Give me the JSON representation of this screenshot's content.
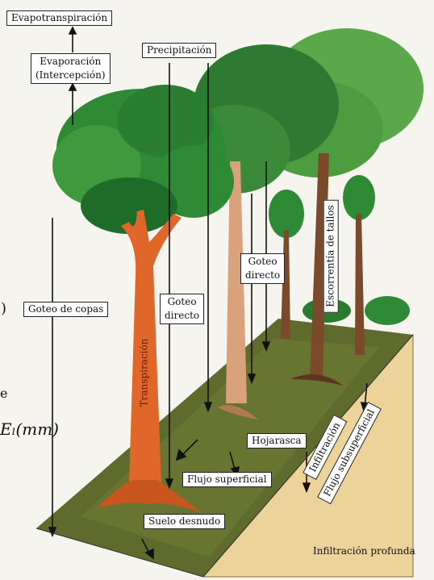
{
  "labels": {
    "evapotranspiracion": "Evapotranspiración",
    "evaporacion": "Evaporación",
    "intercepcion": "(Intercepción)",
    "precipitacion": "Precipitación",
    "goteo_copas": "Goteo de copas",
    "goteo_directo_1_line1": "Goteo",
    "goteo_directo_1_line2": "directo",
    "goteo_directo_2_line1": "Goteo",
    "goteo_directo_2_line2": "directo",
    "escorrentia_tallos": "Escorrentía de tallos",
    "transpiracion": "Transpiración",
    "hojarasca": "Hojarasca",
    "flujo_superficial": "Flujo superficial",
    "infiltracion": "Infiltración",
    "flujo_subsuperficial": "Flujo subsuperficial",
    "suelo_desnudo": "Suelo desnudo",
    "infiltracion_profunda": "Infiltración profunda"
  },
  "fragments": {
    "paren": ")",
    "el_mm": "Eₗ(mm)",
    "small_e": "e"
  },
  "colors": {
    "background": "#f6f4ee",
    "canopy_dark": "#1f6b2a",
    "canopy_mid": "#2f8a36",
    "canopy_light": "#5aa84a",
    "trunk_orange": "#e0672a",
    "trunk_pale": "#d9a27c",
    "trunk_brown": "#7a4a2a",
    "ground": "#5e6b2c",
    "soil": "#ecd39a"
  }
}
